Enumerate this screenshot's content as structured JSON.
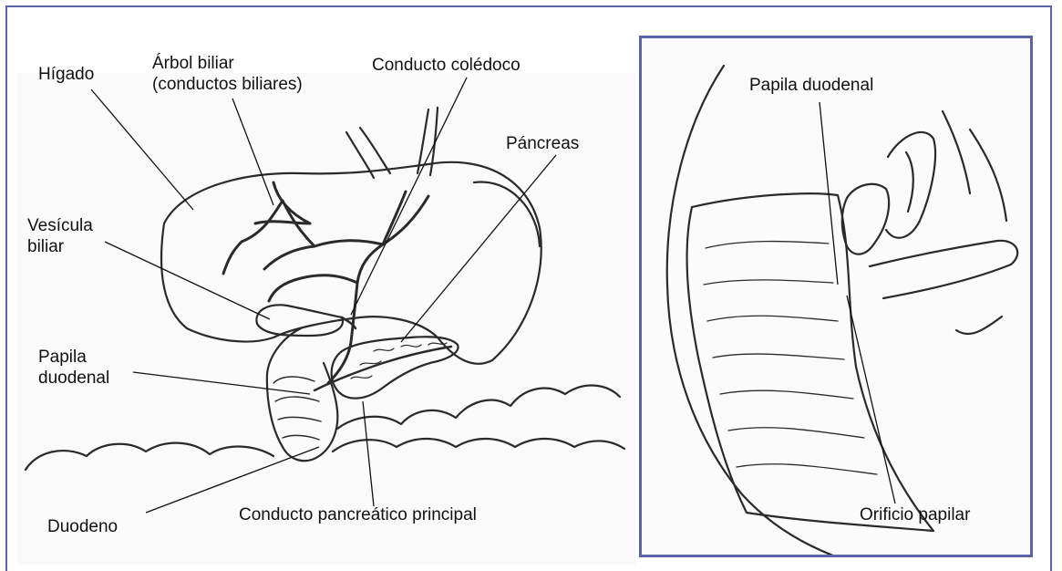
{
  "colors": {
    "frame": "#5b63a8",
    "ink": "#2a2a2a",
    "text": "#111111",
    "shade": "#c8c8c8"
  },
  "left_panel": {
    "labels": {
      "liver": "Hígado",
      "biliary_tree_line1": "Árbol biliar",
      "biliary_tree_line2": "(conductos biliares)",
      "common_bile_duct": "Conducto colédoco",
      "pancreas": "Páncreas",
      "gallbladder_line1": "Vesícula",
      "gallbladder_line2": "biliar",
      "papilla_line1": "Papila",
      "papilla_line2": "duodenal",
      "duodenum": "Duodeno",
      "main_pancreatic_duct": "Conducto pancreático principal"
    }
  },
  "right_panel": {
    "labels": {
      "duodenal_papilla": "Papila duodenal",
      "papillary_orifice": "Orificio papilar"
    }
  }
}
